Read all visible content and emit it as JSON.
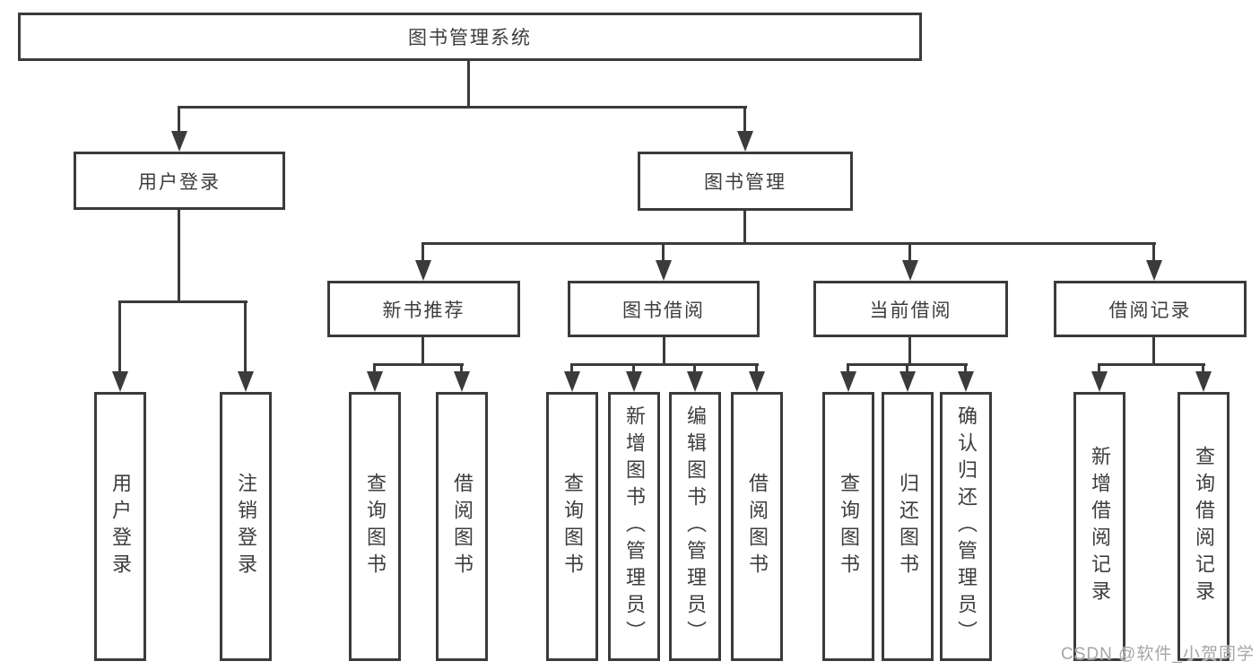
{
  "diagram": {
    "root": "图书管理系统",
    "level2": [
      "用户登录",
      "图书管理"
    ],
    "level3": [
      "新书推荐",
      "图书借阅",
      "当前借阅",
      "借阅记录"
    ],
    "user_login_children": [
      "用户登录",
      "注销登录"
    ],
    "new_books_children": [
      "查询图书",
      "借阅图书"
    ],
    "book_borrow_children": [
      "查询图书",
      "新增图书（管理员）",
      "编辑图书（管理员）",
      "借阅图书"
    ],
    "current_borrow_children": [
      "查询图书",
      "归还图书",
      "确认归还（管理员）"
    ],
    "records_children": [
      "新增借阅记录",
      "查询借阅记录"
    ]
  },
  "watermark": "CSDN @软件_小贺同学",
  "colors": {
    "line": "#3b3b3b",
    "box_border": "#3b3b3b",
    "text": "#3d3d3d",
    "watermark": "#a6a6a6",
    "background": "#ffffff"
  }
}
